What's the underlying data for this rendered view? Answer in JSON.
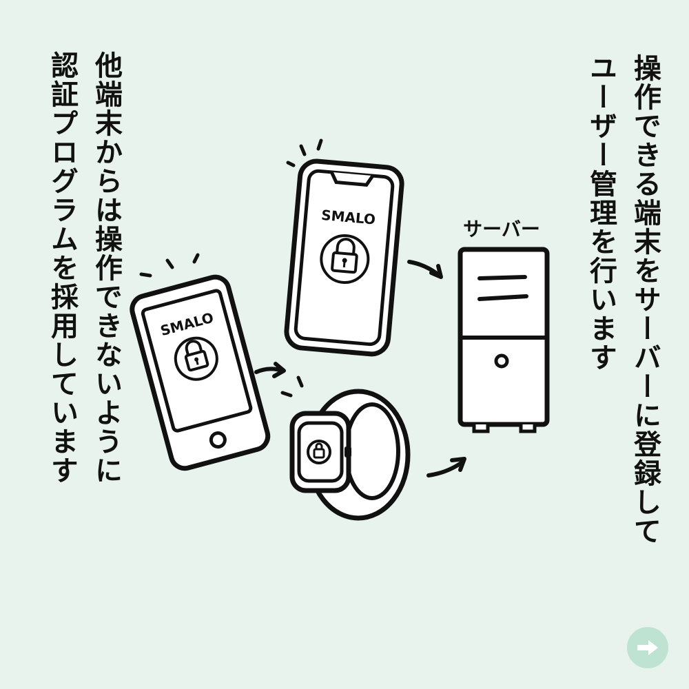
{
  "captions": {
    "right": "操作できる端末をサーバーに登録して\nユーザー管理を行います",
    "left": "他端末からは操作できないように\n認証プログラムを採用しています"
  },
  "illustration": {
    "phone_left_label": "SMALO",
    "phone_center_label": "SMALO",
    "server_label": "サーバー"
  },
  "navigation": {
    "next_icon": "arrow-right-icon"
  },
  "colors": {
    "background": "#e7f3ec",
    "next_button": "#bfe3d2",
    "ink": "#111111"
  }
}
